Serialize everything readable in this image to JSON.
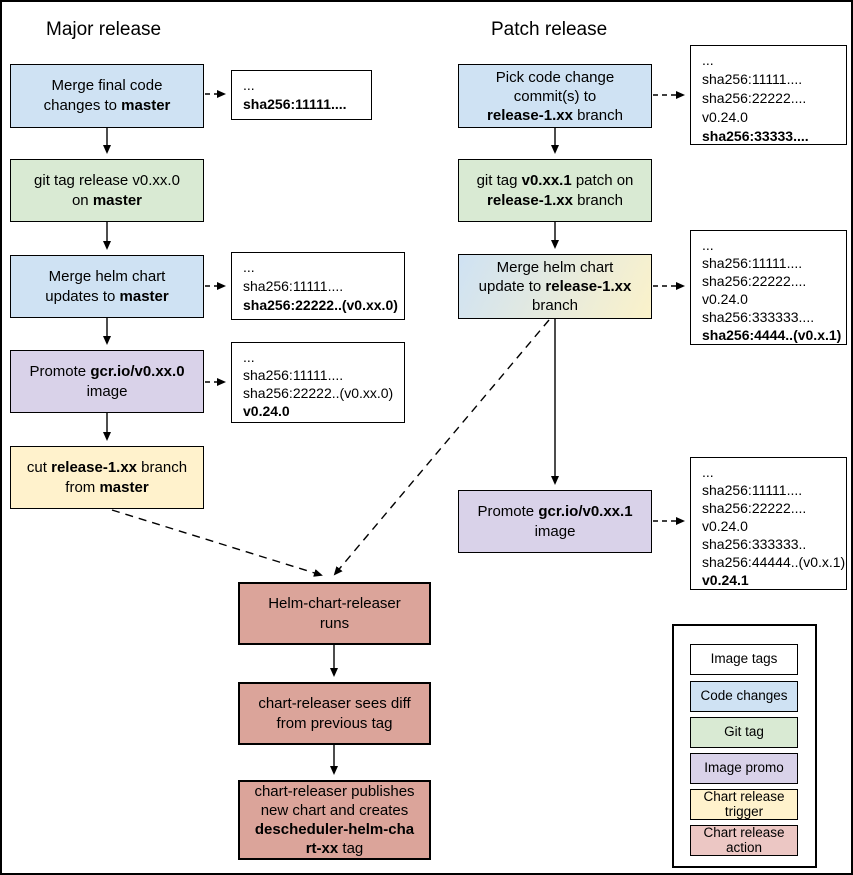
{
  "titles": {
    "major": "Major release",
    "patch": "Patch release"
  },
  "colors": {
    "code_change": "#cfe2f3",
    "git_tag": "#d9ead3",
    "image_promo": "#d9d2e9",
    "chart_trigger": "#fff2cc",
    "chart_action": "#dba49a",
    "image_tags": "#ffffff",
    "legend_action": "#ecc7c4",
    "gradient_from": "#cfe2f3",
    "gradient_to": "#fbf2ca"
  },
  "major": {
    "steps": {
      "merge_code": [
        [
          "Merge final code"
        ],
        [
          "changes to ",
          {
            "t": "master",
            "b": true
          }
        ]
      ],
      "git_tag": [
        [
          "git tag release v0.xx.0"
        ],
        [
          "on ",
          {
            "t": "master",
            "b": true
          }
        ]
      ],
      "merge_helm": [
        [
          "Merge helm chart"
        ],
        [
          "updates to ",
          {
            "t": "master",
            "b": true
          }
        ]
      ],
      "promote": [
        [
          "Promote ",
          {
            "t": "gcr.io/v0.xx.0",
            "b": true
          }
        ],
        [
          "image"
        ]
      ],
      "cut_branch": [
        [
          "cut ",
          {
            "t": "release-1.xx",
            "b": true
          },
          " branch"
        ],
        [
          "from ",
          {
            "t": "master",
            "b": true
          }
        ]
      ]
    },
    "tags": {
      "tag1": [
        [
          "..."
        ],
        [
          {
            "t": "sha256:11111....",
            "b": true
          }
        ]
      ],
      "tag2": [
        [
          "..."
        ],
        [
          "sha256:11111...."
        ],
        [
          {
            "t": "sha256:22222..(v0.xx.0)",
            "b": true
          }
        ]
      ],
      "tag3": [
        [
          "..."
        ],
        [
          "sha256:11111...."
        ],
        [
          "sha256:22222..(v0.xx.0)"
        ],
        [
          {
            "t": "v0.24.0",
            "b": true
          }
        ]
      ]
    }
  },
  "patch": {
    "steps": {
      "pick_commits": [
        [
          "Pick code change"
        ],
        [
          "commit(s) to"
        ],
        [
          {
            "t": "release-1.xx",
            "b": true
          },
          " branch"
        ]
      ],
      "git_tag": [
        [
          "git tag ",
          {
            "t": "v0.xx.1",
            "b": true
          },
          " patch on"
        ],
        [
          {
            "t": "release-1.xx",
            "b": true
          },
          " branch"
        ]
      ],
      "merge_helm": [
        [
          "Merge helm chart"
        ],
        [
          "update to ",
          {
            "t": "release-1.xx",
            "b": true
          }
        ],
        [
          "branch"
        ]
      ],
      "promote": [
        [
          "Promote ",
          {
            "t": "gcr.io/v0.xx.1",
            "b": true
          }
        ],
        [
          "image"
        ]
      ]
    },
    "tags": {
      "tag1": [
        [
          "..."
        ],
        [
          "sha256:11111...."
        ],
        [
          "sha256:22222...."
        ],
        [
          "v0.24.0"
        ],
        [
          {
            "t": "sha256:33333....",
            "b": true
          }
        ]
      ],
      "tag2": [
        [
          "..."
        ],
        [
          "sha256:11111...."
        ],
        [
          "sha256:22222...."
        ],
        [
          "v0.24.0"
        ],
        [
          "sha256:333333...."
        ],
        [
          {
            "t": "sha256:4444..(v0.x.1)",
            "b": true
          }
        ]
      ],
      "tag3": [
        [
          "..."
        ],
        [
          "sha256:11111...."
        ],
        [
          "sha256:22222...."
        ],
        [
          "v0.24.0"
        ],
        [
          "sha256:333333.."
        ],
        [
          "sha256:44444..(v0.x.1)"
        ],
        [
          {
            "t": "v0.24.1",
            "b": true
          }
        ]
      ]
    }
  },
  "release_action": {
    "releaser_runs": [
      [
        "Helm-chart-releaser"
      ],
      [
        "runs"
      ]
    ],
    "sees_diff": [
      [
        "chart-releaser sees diff"
      ],
      [
        "from previous tag"
      ]
    ],
    "publishes": [
      [
        "chart-releaser publishes"
      ],
      [
        "new chart and creates"
      ],
      [
        {
          "t": "descheduler-helm-cha",
          "b": true
        }
      ],
      [
        {
          "t": "rt-xx",
          "b": true
        },
        " tag"
      ]
    ]
  },
  "legend": {
    "items": [
      {
        "label": "Image tags",
        "color": "#ffffff"
      },
      {
        "label": "Code changes",
        "color": "#cfe2f3"
      },
      {
        "label": "Git tag",
        "color": "#d9ead3"
      },
      {
        "label": "Image promo",
        "color": "#d9d2e9"
      },
      {
        "label": "Chart release trigger",
        "color": "#fff2cc"
      },
      {
        "label": "Chart release action",
        "color": "#ecc7c4"
      }
    ]
  }
}
